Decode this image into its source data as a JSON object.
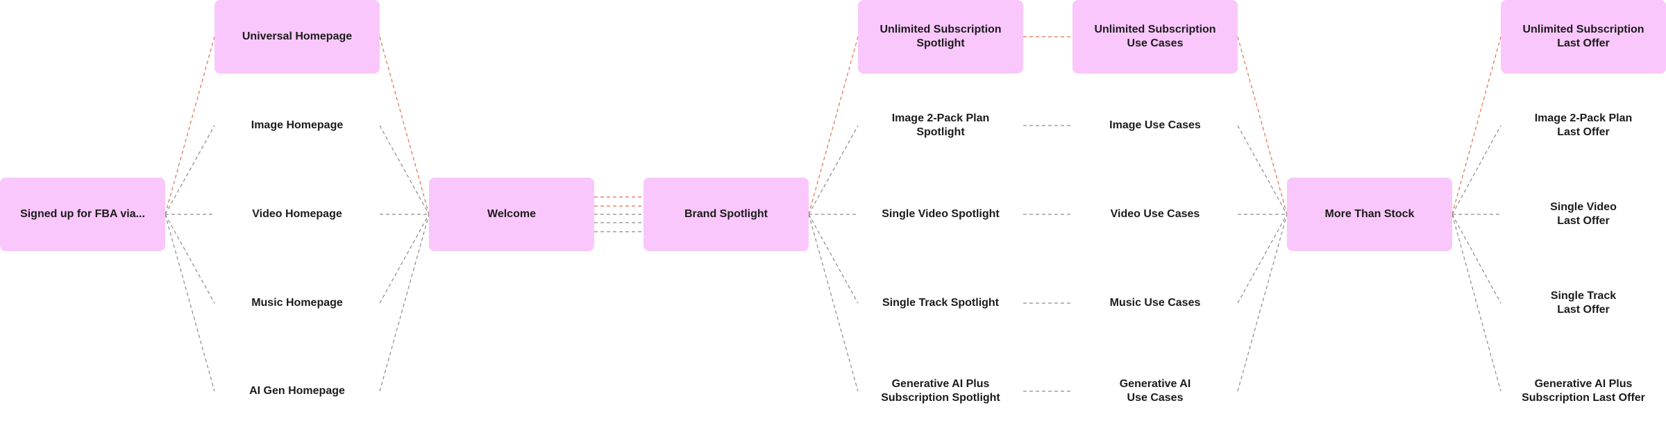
{
  "colors": {
    "node_fill": "#f9c7fb",
    "highlight_edge": "#e86b4a",
    "edge": "#8a8a8a",
    "text": "#1b1b1b"
  },
  "nodes": {
    "signed_up": "Signed up for FBA via...",
    "universal_home": "Universal Homepage",
    "image_home": "Image Homepage",
    "video_home": "Video Homepage",
    "music_home": "Music Homepage",
    "aigen_home": "AI Gen Homepage",
    "welcome": "Welcome",
    "brand_spotlight": "Brand Spotlight",
    "unl_spot": "Unlimited Subscription\nSpotlight",
    "img2_spot": "Image 2-Pack Plan\nSpotlight",
    "vid_spot": "Single Video Spotlight",
    "trk_spot": "Single Track Spotlight",
    "gen_spot": "Generative AI Plus\nSubscription Spotlight",
    "unl_use": "Unlimited Subscription\nUse Cases",
    "img_use": "Image Use Cases",
    "vid_use": "Video Use Cases",
    "mus_use": "Music Use Cases",
    "gen_use": "Generative AI\nUse Cases",
    "more_stock": "More Than Stock",
    "unl_last": "Unlimited Subscription\nLast Offer",
    "img2_last": "Image 2-Pack Plan\nLast Offer",
    "vid_last": "Single Video\nLast Offer",
    "trk_last": "Single Track\nLast Offer",
    "gen_last": "Generative AI Plus\nSubscription Last Offer"
  }
}
